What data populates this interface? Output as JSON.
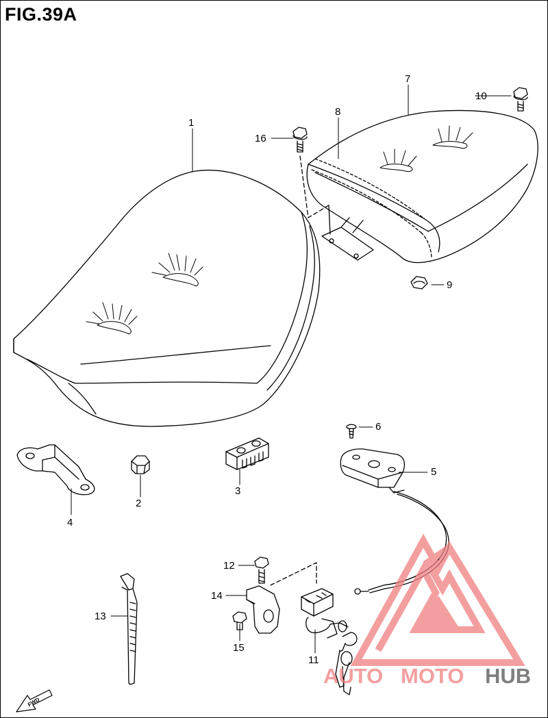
{
  "figure": {
    "title": "FIG.39A"
  },
  "callouts": [
    {
      "id": "1",
      "label": "1"
    },
    {
      "id": "2",
      "label": "2"
    },
    {
      "id": "3",
      "label": "3"
    },
    {
      "id": "4",
      "label": "4"
    },
    {
      "id": "5",
      "label": "5"
    },
    {
      "id": "6",
      "label": "6"
    },
    {
      "id": "7",
      "label": "7"
    },
    {
      "id": "8",
      "label": "8"
    },
    {
      "id": "9",
      "label": "9"
    },
    {
      "id": "10",
      "label": "10"
    },
    {
      "id": "11",
      "label": "11"
    },
    {
      "id": "12",
      "label": "12"
    },
    {
      "id": "13",
      "label": "13"
    },
    {
      "id": "14",
      "label": "14"
    },
    {
      "id": "15",
      "label": "15"
    },
    {
      "id": "16",
      "label": "16"
    }
  ],
  "direction_marker": {
    "label": "FWD"
  },
  "watermark": {
    "part1": "AUTO",
    "part2": "MOTO",
    "part3": "HUB",
    "color_main": "#f08080",
    "color_hub": "#555555"
  }
}
